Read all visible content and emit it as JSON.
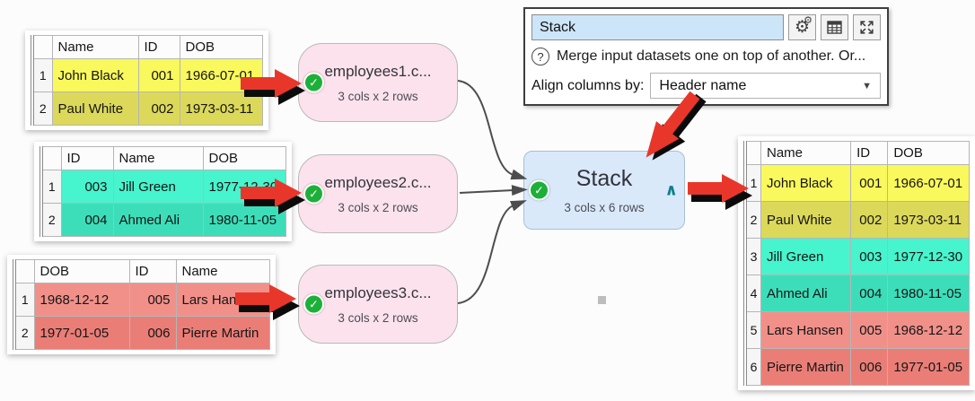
{
  "icons": {
    "check": "✓",
    "caret": "∧",
    "dropdown": "▼",
    "help": "?",
    "gear": "⚙"
  },
  "colors": {
    "row_yellow_light": "#f9f85c",
    "row_yellow_dark": "#dcd95a",
    "row_teal_light": "#46f4cd",
    "row_teal_dark": "#3cdeba",
    "row_salmon_light": "#f19089",
    "row_salmon_dark": "#ea7e77",
    "node_pink": "#fbe2ec",
    "node_blue": "#d9e9fa",
    "check_green": "#1db039",
    "arrow_red": "#e8372a",
    "name_field_blue": "#cde5f9"
  },
  "panel": {
    "name_field": {
      "value": "Stack"
    },
    "buttons": [
      {
        "icon": "gears-icon"
      },
      {
        "icon": "table-icon"
      },
      {
        "icon": "expand-icon"
      }
    ],
    "help_text": "Merge input datasets one on top of another. Or...",
    "align_label": "Align columns by:",
    "align_value": "Header name"
  },
  "nodes": {
    "employees1": {
      "title": "employees1.c...",
      "subtitle": "3 cols x 2 rows"
    },
    "employees2": {
      "title": "employees2.c...",
      "subtitle": "3 cols x 2 rows"
    },
    "employees3": {
      "title": "employees3.c...",
      "subtitle": "3 cols x 2 rows"
    },
    "stack": {
      "title": "Stack",
      "subtitle": "3 cols x 6 rows"
    }
  },
  "tables": {
    "input1": {
      "headers": [
        "Name",
        "ID",
        "DOB"
      ],
      "rows": [
        {
          "num": "1",
          "cells": [
            "John Black",
            "001",
            "1966-07-01"
          ]
        },
        {
          "num": "2",
          "cells": [
            "Paul White",
            "002",
            "1973-03-11"
          ]
        }
      ]
    },
    "input2": {
      "headers": [
        "ID",
        "Name",
        "DOB"
      ],
      "rows": [
        {
          "num": "1",
          "cells": [
            "003",
            "Jill Green",
            "1977-12-30"
          ]
        },
        {
          "num": "2",
          "cells": [
            "004",
            "Ahmed Ali",
            "1980-11-05"
          ]
        }
      ]
    },
    "input3": {
      "headers": [
        "DOB",
        "ID",
        "Name"
      ],
      "rows": [
        {
          "num": "1",
          "cells": [
            "1968-12-12",
            "005",
            "Lars Hansen"
          ]
        },
        {
          "num": "2",
          "cells": [
            "1977-01-05",
            "006",
            "Pierre Martin"
          ]
        }
      ]
    },
    "output": {
      "headers": [
        "Name",
        "ID",
        "DOB"
      ],
      "rows": [
        {
          "num": "1",
          "cells": [
            "John Black",
            "001",
            "1966-07-01"
          ]
        },
        {
          "num": "2",
          "cells": [
            "Paul White",
            "002",
            "1973-03-11"
          ]
        },
        {
          "num": "3",
          "cells": [
            "Jill Green",
            "003",
            "1977-12-30"
          ]
        },
        {
          "num": "4",
          "cells": [
            "Ahmed Ali",
            "004",
            "1980-11-05"
          ]
        },
        {
          "num": "5",
          "cells": [
            "Lars Hansen",
            "005",
            "1968-12-12"
          ]
        },
        {
          "num": "6",
          "cells": [
            "Pierre Martin",
            "006",
            "1977-01-05"
          ]
        }
      ]
    }
  }
}
